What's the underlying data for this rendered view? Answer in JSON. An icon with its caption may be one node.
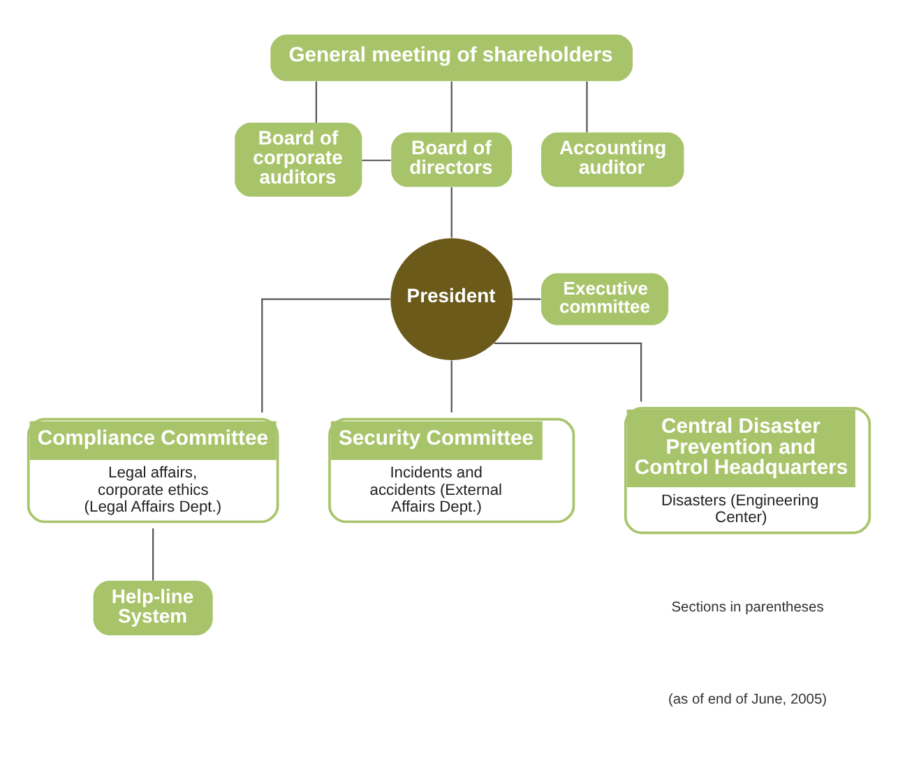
{
  "diagram": {
    "nodes": [
      {
        "text": [
          "General meeting of shareholders"
        ]
      },
      {
        "text": [
          "Board of corporate auditors"
        ]
      },
      {
        "text": [
          "Board of directors"
        ]
      },
      {
        "text": [
          "Accounting auditor"
        ]
      },
      {
        "text": [
          "President"
        ]
      },
      {
        "text": [
          "Executive committee"
        ]
      },
      {
        "text": [
          "Compliance Committee",
          "Legal affairs, corporate ethics (Legal Affairs Dept.)"
        ]
      },
      {
        "text": [
          "Security Committee",
          "Incidents and accidents (External Affairs Dept.)"
        ]
      },
      {
        "text": [
          "Central Disaster Prevention and Control Headquarters",
          "Disasters (Engineering Center)"
        ]
      },
      {
        "text": [
          "Help-line System"
        ]
      }
    ],
    "edges": [
      {
        "from": 0,
        "to": 1,
        "arrow": "none"
      },
      {
        "from": 0,
        "to": 2,
        "arrow": "none"
      },
      {
        "from": 0,
        "to": 3,
        "arrow": "none"
      },
      {
        "from": 1,
        "to": 2,
        "arrow": "none"
      },
      {
        "from": 2,
        "to": 4,
        "arrow": "none"
      },
      {
        "from": 4,
        "to": 5,
        "arrow": "none"
      },
      {
        "from": 4,
        "to": 6,
        "arrow": "none"
      },
      {
        "from": 4,
        "to": 7,
        "arrow": "none"
      },
      {
        "from": 4,
        "to": 8,
        "arrow": "none"
      },
      {
        "from": 6,
        "to": 9,
        "arrow": "none"
      }
    ],
    "labels": [
      "Sections in parentheses",
      "(as of end of June, 2005)"
    ]
  }
}
